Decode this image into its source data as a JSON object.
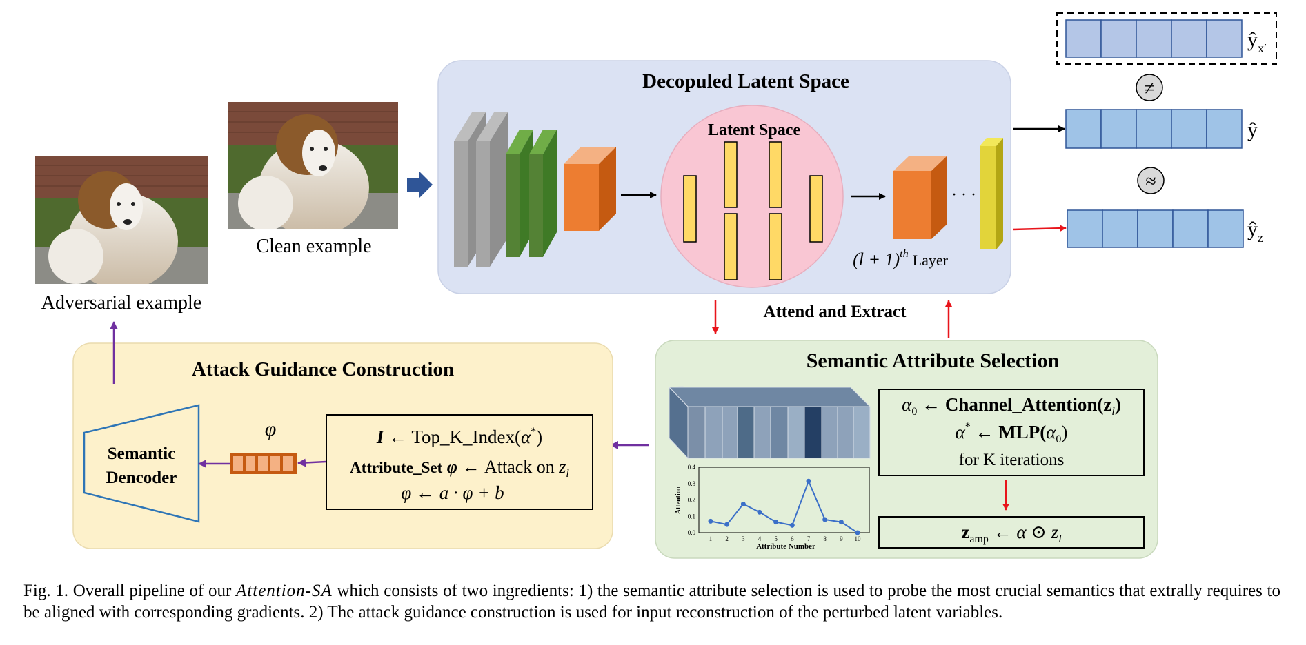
{
  "figure": {
    "images": {
      "adversarial_label": "Adversarial example",
      "clean_label": "Clean example"
    },
    "latent_panel": {
      "title": "Decopuled Latent Space",
      "latent_space_label": "Latent Space",
      "ellipsis": "· · ·",
      "layer_label_prefix": "(l + 1)",
      "layer_label_sup": "th",
      "layer_label_suffix": "Layer"
    },
    "outputs": {
      "y_x_prime": "ŷ",
      "y_x_prime_sub": "x′",
      "y": "ŷ",
      "y_z": "ŷ",
      "y_z_sub": "z",
      "not_equal_symbol": "≠",
      "approx_symbol": "≈"
    },
    "attend_extract_label": "Attend and Extract",
    "selection_panel": {
      "title": "Semantic Attribute Selection",
      "eq1_lhs": "α",
      "eq1_lhs_sub": "0",
      "eq1_arrow": " ← ",
      "eq1_func": "Channel_Attention(z",
      "eq1_func_sub": "l",
      "eq1_close": ")",
      "eq2_lhs": "α",
      "eq2_lhs_sup": "*",
      "eq2_arrow": " ← ",
      "eq2_func": "MLP(",
      "eq2_arg": "α",
      "eq2_arg_sub": "0",
      "eq2_close": ")",
      "iterations": "for K iterations",
      "eq3_lhs": "z",
      "eq3_lhs_sub": "amp",
      "eq3_arrow": " ← ",
      "eq3_rhs": "α ⊙ z",
      "eq3_rhs_sub": "l"
    },
    "guidance_panel": {
      "title": "Attack Guidance Construction",
      "decoder_line1": "Semantic",
      "decoder_line2": "Dencoder",
      "phi_symbol": "φ",
      "eq1_lhs": "I",
      "eq1_rhs": " ← Top_K_Index(",
      "eq1_arg": "α",
      "eq1_arg_sup": "*",
      "eq1_close": ")",
      "eq2_bold": "Attribute_Set",
      "eq2_phi": " φ",
      "eq2_rest": " ← Attack on ",
      "eq2_z": "z",
      "eq2_z_sub": "l",
      "eq3": "φ ← a · φ + b"
    }
  },
  "chart_data": {
    "type": "line",
    "xlabel": "Attribute Number",
    "ylabel": "Attention",
    "x": [
      1,
      2,
      3,
      4,
      5,
      6,
      7,
      8,
      9,
      10
    ],
    "series": [
      {
        "values": [
          0.07,
          0.05,
          0.175,
          0.125,
          0.065,
          0.045,
          0.315,
          0.08,
          0.065,
          0.0
        ]
      }
    ],
    "ylim": [
      0,
      0.4
    ],
    "yticks": [
      "0.0",
      "0.1",
      "0.2",
      "0.3",
      "0.4"
    ],
    "xticks": [
      "1",
      "2",
      "3",
      "4",
      "5",
      "6",
      "7",
      "8",
      "9",
      "10"
    ],
    "grid": false,
    "color": "#3b6fc8"
  },
  "caption": {
    "prefix": "Fig. 1.   Overall pipeline of our ",
    "method": "Attention-SA",
    "body": " which consists of two ingredients: 1) the semantic attribute selection is used to probe the most crucial semantics that extrally requires to be aligned with corresponding gradients. 2) The attack guidance construction is used for input reconstruction of the perturbed latent variables."
  },
  "colors": {
    "latent_panel_bg": "#dbe2f3",
    "selection_panel_bg": "#e3efd9",
    "guidance_panel_bg": "#fdf1cb",
    "latent_circle": "#f9c6d3",
    "output_vector": "#9fc3e7",
    "output_vector_prime": "#b4c6e7",
    "red_arrow": "#e8141b",
    "purple_arrow": "#7030a0",
    "blue_arrow": "#2f5597"
  }
}
